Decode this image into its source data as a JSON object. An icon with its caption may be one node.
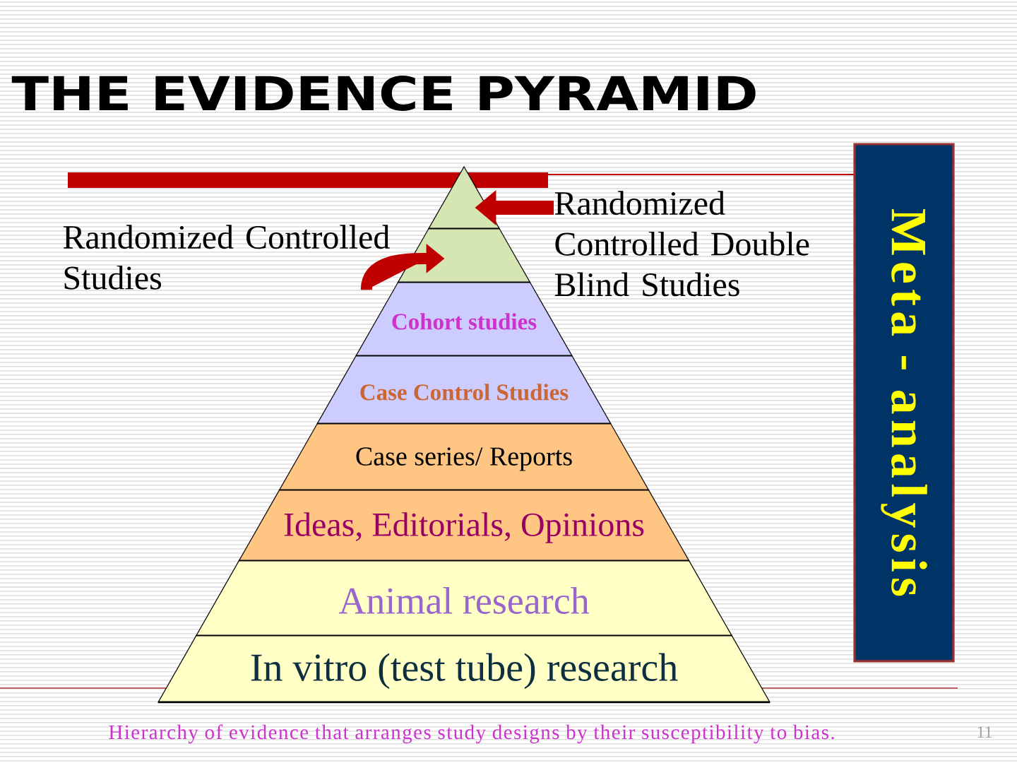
{
  "diagram": {
    "title": "THE EVIDENCE PYRAMID",
    "nodes": [
      {
        "text": [],
        "shape": "triangle"
      },
      {
        "text": [],
        "shape": "band"
      },
      {
        "text": [
          "Cohort studies"
        ]
      },
      {
        "text": [
          "Case Control Studies"
        ]
      },
      {
        "text": [
          "Case series/ Reports"
        ]
      },
      {
        "text": [
          "Ideas, Editorials, Opinions"
        ]
      },
      {
        "text": [
          "Animal research"
        ]
      },
      {
        "text": [
          "In vitro (test tube) research"
        ]
      },
      {
        "text": [
          "Randomized Controlled Studies"
        ]
      },
      {
        "text": [
          "Randomized Controlled Double Blind Studies"
        ]
      },
      {
        "text": [
          "Meta - analysis"
        ]
      }
    ],
    "edges": [
      {
        "from": 9,
        "to": 0,
        "arrow": "to"
      },
      {
        "from": 8,
        "to": 1,
        "arrow": "to"
      }
    ],
    "labels": [
      "11"
    ],
    "caption": "Hierarchy of evidence that arranges study designs by their susceptibility to bias."
  }
}
